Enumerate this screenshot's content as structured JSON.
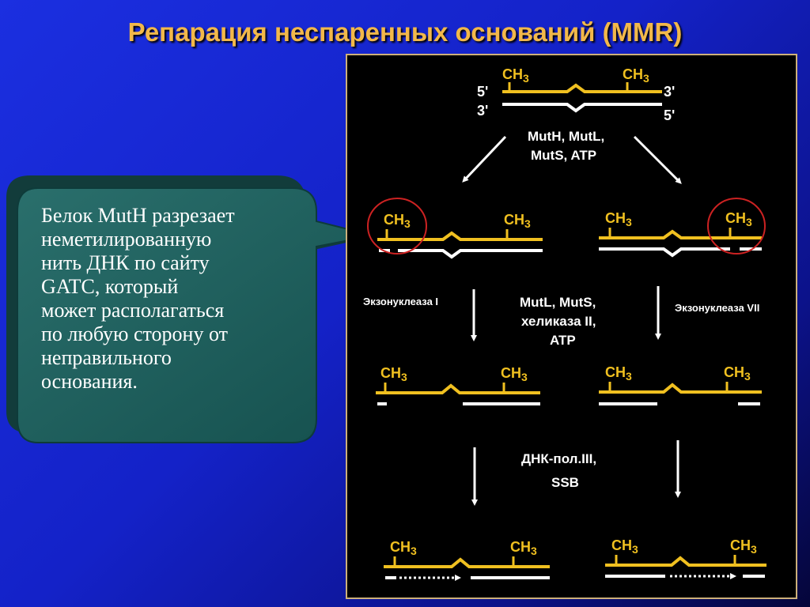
{
  "title": "Репарация неспаренных оснований (MMR)",
  "callout": {
    "lines": [
      "Белок MutH разрезает",
      "неметилированную",
      "нить ДНК по сайту",
      "GATC, который",
      "может располагаться",
      "по любую сторону от",
      "неправильного",
      "основания."
    ]
  },
  "diagram": {
    "methyl_label": "CH",
    "methyl_subscript": "3",
    "end_labels": {
      "top_left_5": "5'",
      "top_left_3": "3'",
      "top_right_3": "3'",
      "top_right_5": "5'"
    },
    "step1_label": [
      "MutH, MutL,",
      "MutS, ATP"
    ],
    "exonuclease_left": "Экзонуклеаза I",
    "exonuclease_right": "Экзонуклеаза VII",
    "step2_label": [
      "MutL, MutS,",
      "хеликаза II,",
      "ATP"
    ],
    "step3_label": [
      "ДНК-пол.III,",
      "SSB"
    ]
  },
  "colors": {
    "background": "#1422c8",
    "title": "#f2b84a",
    "callout_fill": "#1e5c5a",
    "strand_methylated": "#f0c020",
    "strand_new": "#ffffff",
    "highlight_circle": "#cc2222"
  }
}
